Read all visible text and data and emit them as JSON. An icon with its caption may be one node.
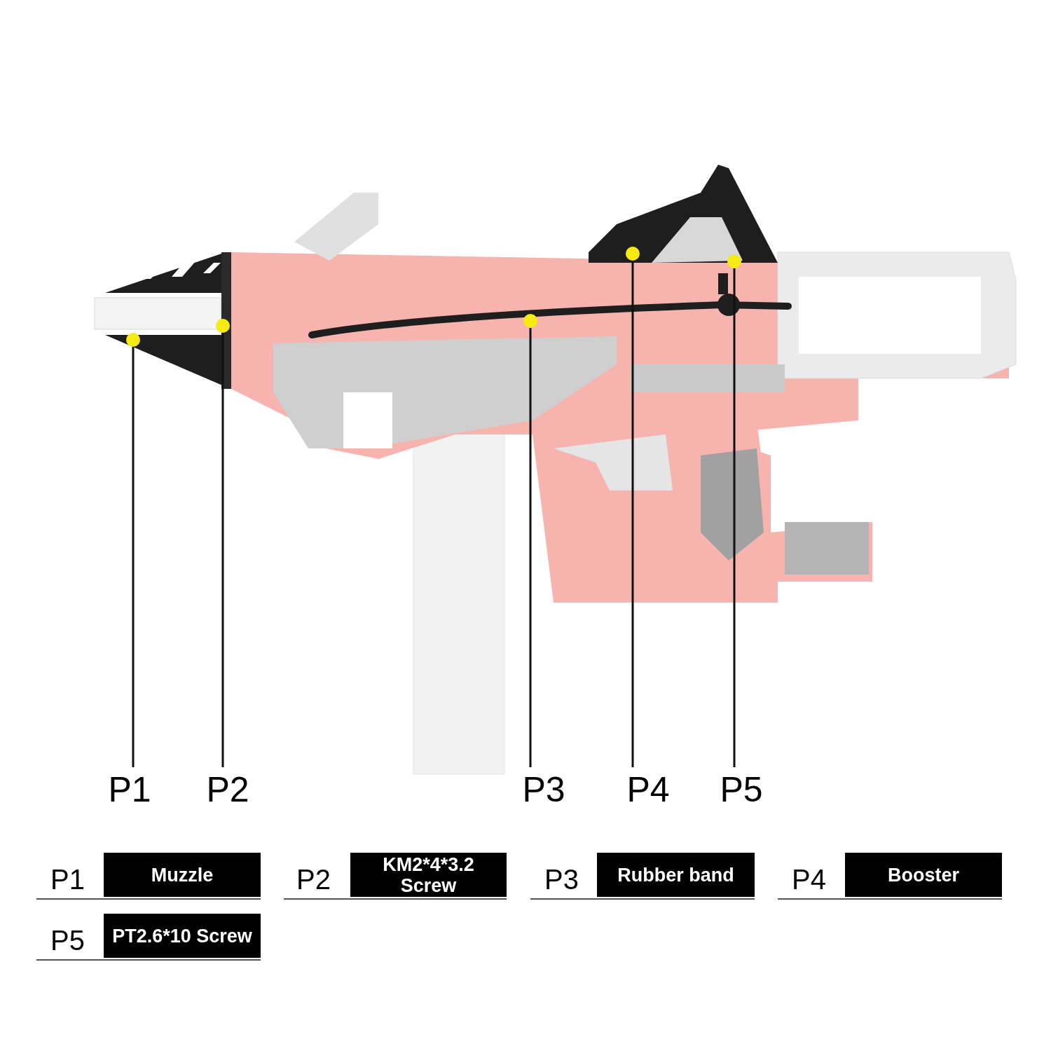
{
  "diagram": {
    "nodes": [
      {
        "text": [
          "P1"
        ]
      },
      {
        "text": [
          "P2"
        ]
      },
      {
        "text": [
          "P3"
        ]
      },
      {
        "text": [
          "P4"
        ]
      },
      {
        "text": [
          "P5"
        ]
      },
      {
        "text": [],
        "shape": "circle"
      },
      {
        "text": [],
        "shape": "circle"
      },
      {
        "text": [],
        "shape": "circle"
      },
      {
        "text": [],
        "shape": "circle"
      },
      {
        "text": [],
        "shape": "circle"
      },
      {
        "text": [
          "Muzzle"
        ],
        "beside": [
          "P1"
        ]
      },
      {
        "text": [
          "KM2*4*3.2 Screw"
        ],
        "beside": [
          "P2"
        ]
      },
      {
        "text": [
          "Rubber band"
        ],
        "beside": [
          "P3"
        ]
      },
      {
        "text": [
          "Booster"
        ],
        "beside": [
          "P4"
        ]
      },
      {
        "text": [
          "PT2.6*10 Screw"
        ],
        "beside": [
          "P5"
        ]
      }
    ],
    "edges": [
      {
        "from": 0,
        "to": 5,
        "arrow": "none"
      },
      {
        "from": 1,
        "to": 6,
        "arrow": "none"
      },
      {
        "from": 2,
        "to": 7,
        "arrow": "none"
      },
      {
        "from": 3,
        "to": 8,
        "arrow": "none"
      },
      {
        "from": 4,
        "to": 9,
        "arrow": "none"
      }
    ]
  }
}
